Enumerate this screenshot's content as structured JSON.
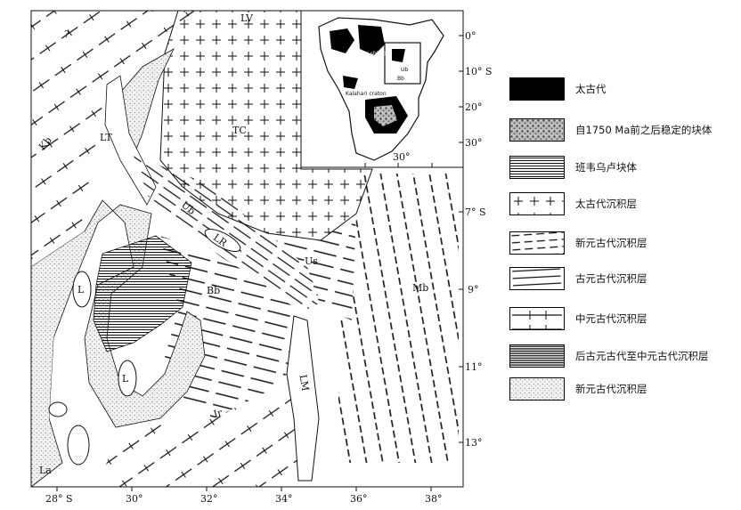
{
  "map": {
    "region_labels": {
      "lv": "LV",
      "tc": "TC",
      "lt": "LT",
      "kb": "Kb",
      "ub": "Ub",
      "lr": "LR",
      "us": "Us",
      "bb": "Bb",
      "mb": "Mb",
      "lm": "LM",
      "ir": "Ir",
      "la": "La",
      "l1": "L",
      "l2": "L",
      "q": "?"
    },
    "bottom_ticks": [
      "28° S",
      "30°",
      "32°",
      "34°",
      "36°",
      "38°"
    ],
    "right_ticks": [
      "7° S",
      "9°",
      "11°",
      "13°"
    ],
    "inset": {
      "lat_ticks": [
        "0°",
        "10° S",
        "20°",
        "30°"
      ],
      "lon_tick": "30°",
      "shield_label": "Kasai shield",
      "craton_label": "Kalahari craton",
      "box_labels": [
        "Ub",
        "Bb"
      ]
    }
  },
  "legend": [
    {
      "pattern": "black",
      "label": "太古代"
    },
    {
      "pattern": "mottled",
      "label": "自1750 Ma前之后稳定的块体"
    },
    {
      "pattern": "hlines",
      "label": "班韦乌卢块体"
    },
    {
      "pattern": "crosses",
      "label": "太古代沉积层"
    },
    {
      "pattern": "dashes",
      "label": "新元古代沉积层"
    },
    {
      "pattern": "slant",
      "label": "古元古代沉积层"
    },
    {
      "pattern": "ticked",
      "label": "中元古代沉积层"
    },
    {
      "pattern": "dense",
      "label": "后古元古代至中元古代沉积层"
    },
    {
      "pattern": "dots",
      "label": "新元古代沉积层"
    }
  ]
}
